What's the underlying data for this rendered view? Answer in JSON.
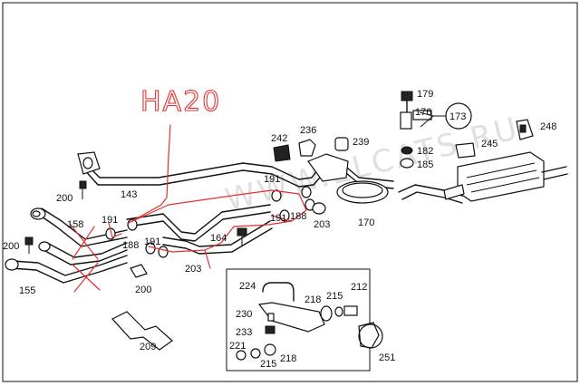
{
  "handwritten_note": "HA20",
  "watermark": "WWW.ELCATS.RU",
  "labels": {
    "p143": "143",
    "p155": "155",
    "p158": "158",
    "p164": "164",
    "p170": "170",
    "p173": "173",
    "p176": "176",
    "p179": "179",
    "p182": "182",
    "p185": "185",
    "p188a": "188",
    "p188b": "188",
    "p191a": "191",
    "p191b": "191",
    "p191c": "191",
    "p191d": "191",
    "p200a": "200",
    "p200b": "200",
    "p200c": "200",
    "p203a": "203",
    "p203b": "203",
    "p209": "209",
    "p212": "212",
    "p215a": "215",
    "p215b": "215",
    "p218a": "218",
    "p218b": "218",
    "p221": "221",
    "p224": "224",
    "p230": "230",
    "p233": "233",
    "p236": "236",
    "p239": "239",
    "p242": "242",
    "p245": "245",
    "p248": "248",
    "p251": "251"
  },
  "colors": {
    "ink": "#111111",
    "markup": "#e23030",
    "paper": "#ffffff"
  }
}
